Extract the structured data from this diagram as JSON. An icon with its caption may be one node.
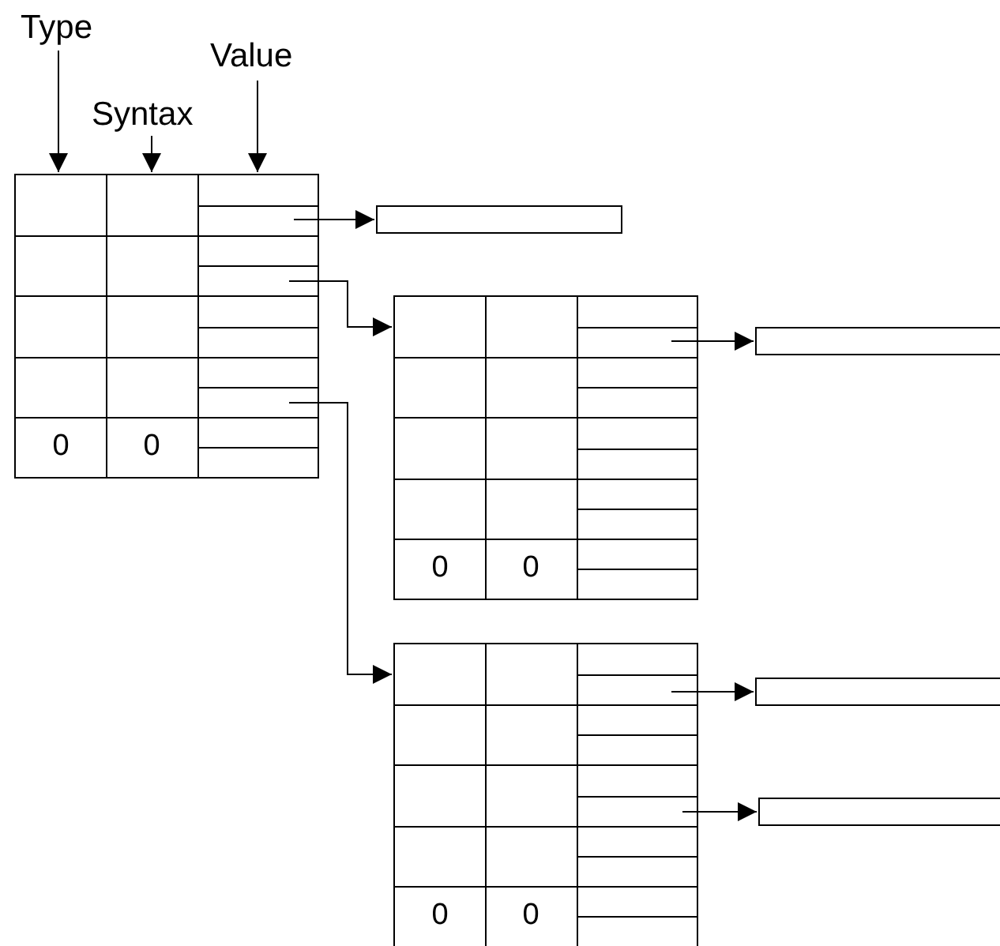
{
  "diagram": {
    "nodes": [
      {
        "text": [
          "Type"
        ]
      },
      {
        "text": [
          "Syntax"
        ]
      },
      {
        "text": [
          "Value"
        ]
      },
      {
        "text": [
          "0",
          "0"
        ]
      },
      {
        "text": [],
        "shape": "box"
      },
      {
        "text": [
          "0",
          "0"
        ]
      },
      {
        "text": [],
        "shape": "box"
      },
      {
        "text": [
          "0",
          "0"
        ]
      },
      {
        "text": [],
        "shape": "box"
      },
      {
        "text": [],
        "shape": "box"
      }
    ],
    "edges": [
      {
        "from": 0,
        "to": 3,
        "arrow": "to"
      },
      {
        "from": 1,
        "to": 3,
        "arrow": "to"
      },
      {
        "from": 2,
        "to": 3,
        "arrow": "to"
      },
      {
        "from": 3,
        "to": 4,
        "arrow": "to"
      },
      {
        "from": 3,
        "to": 5,
        "arrow": "to"
      },
      {
        "from": 3,
        "to": 7,
        "arrow": "to"
      },
      {
        "from": 5,
        "to": 6,
        "arrow": "to"
      },
      {
        "from": 7,
        "to": 8,
        "arrow": "to"
      },
      {
        "from": 7,
        "to": 9,
        "arrow": "to"
      }
    ]
  }
}
